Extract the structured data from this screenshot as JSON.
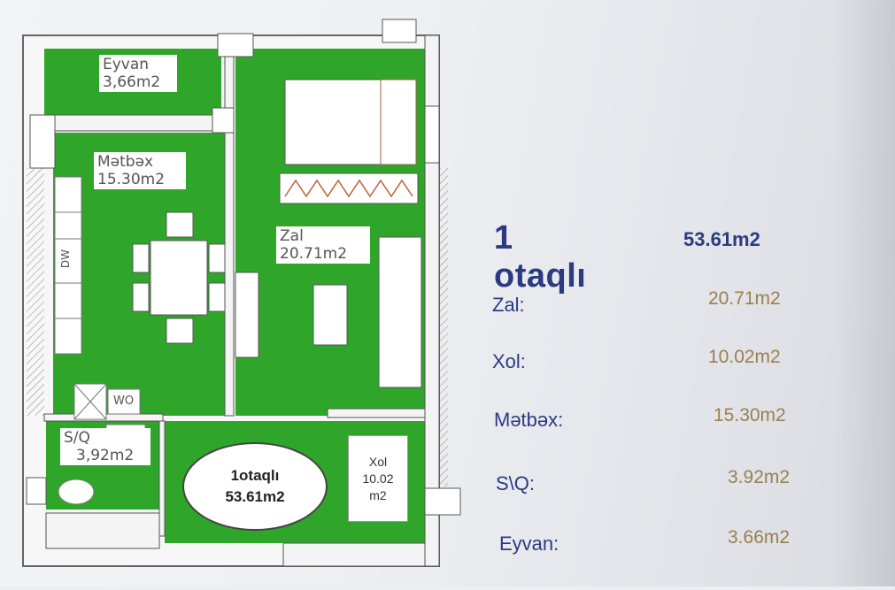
{
  "floor_plan": {
    "rooms": {
      "eyvan": {
        "name": "Eyvan",
        "area": "3,66m2"
      },
      "metbex": {
        "name": "Mətbəx",
        "area": "15.30m2"
      },
      "zal": {
        "name": "Zal",
        "area": "20.71m2"
      },
      "sq": {
        "name": "S/Q",
        "area": "3,92m2"
      },
      "xol": {
        "line1": "Xol",
        "line2": "10.02",
        "line3": "m2"
      }
    },
    "appliances": {
      "dishwasher": "DW",
      "washer": "WO"
    },
    "oval": {
      "line1": "1otaqlı",
      "line2": "53.61m2"
    },
    "colors": {
      "room_fill": "#2fa52a",
      "wall": "#ffffff",
      "outline": "#555555"
    }
  },
  "summary": {
    "title": "1 otaqlı",
    "total": "53.61m2",
    "rows": [
      {
        "label": "Zal:",
        "value": "20.71m2"
      },
      {
        "label": "Xol:",
        "value": "10.02m2"
      },
      {
        "label": "Mətbəx:",
        "value": "15.30m2"
      },
      {
        "label": "S\\Q:",
        "value": "3.92m2"
      },
      {
        "label": "Eyvan:",
        "value": "3.66m2"
      }
    ],
    "colors": {
      "title": "#2c3a82",
      "value": "#9a7f4e"
    }
  }
}
